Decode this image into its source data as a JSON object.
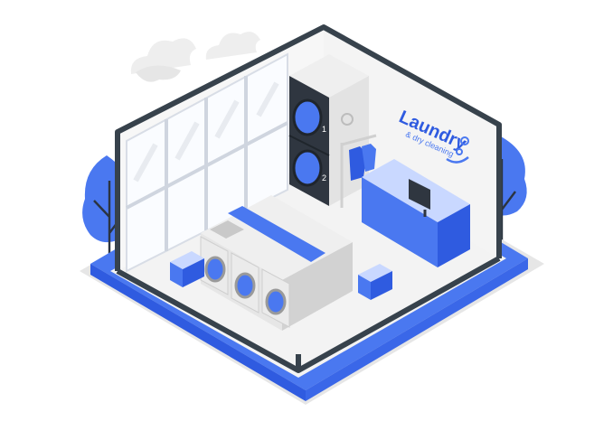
{
  "illustration": {
    "sign": {
      "title": "Laundry",
      "subtitle": "& dry cleaning"
    },
    "machine_numbers": [
      "1",
      "2"
    ]
  },
  "colors": {
    "accent": "#4a78f0",
    "accent_dark": "#2f5be0",
    "accent_light": "#c9d8ff",
    "wall_outline": "#37424c",
    "machine_light": "#e9e9e9",
    "machine_shadow": "#c9c9c9",
    "machine_dark": "#2f3640",
    "cloud": "#eeeeee",
    "floor": "#f3f3f3",
    "window": "#f7f9fc"
  }
}
